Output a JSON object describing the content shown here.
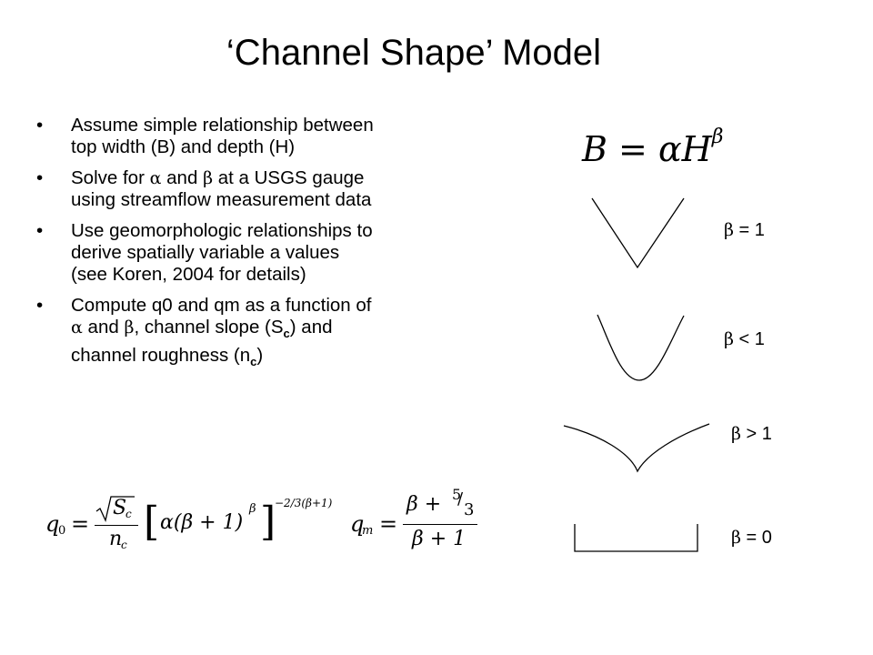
{
  "slide": {
    "title": "‘Channel Shape’ Model",
    "bullet_symbol": "•",
    "bullets": [
      {
        "lines": [
          "Assume simple relationship between",
          "top width (B) and depth (H)"
        ]
      },
      {
        "lines": [
          {
            "t": "Solve for ",
            "g1": "α",
            "m": " and ",
            "g2": "β",
            "e": " at a USGS gauge"
          },
          "using streamflow measurement data"
        ]
      },
      {
        "lines": [
          "Use geomorphologic relationships to",
          "derive spatially variable a values",
          "(see Koren, 2004 for details)"
        ]
      },
      {
        "lines": [
          "Compute q0 and qm as a function of"
        ]
      }
    ],
    "bullet4_line2": {
      "g1": "α",
      "a": " and ",
      "g2": "β",
      "b": ", channel slope (S",
      "sub": "c",
      "c": ") and"
    },
    "bullet4_line3": {
      "a": "channel roughness (n",
      "sub": "c",
      "b": ")"
    }
  },
  "equation_main": {
    "lhs": "B",
    "eq": " = ",
    "coef": "α",
    "var": "H",
    "exp": "β"
  },
  "shapes": [
    {
      "name": "v-shape",
      "label_greek": "β",
      "label_text": " = 1"
    },
    {
      "name": "u-shape",
      "label_greek": "β",
      "label_text": " < 1"
    },
    {
      "name": "concave-shape",
      "label_greek": "β",
      "label_text": " > 1"
    },
    {
      "name": "rectangular-shape",
      "label_greek": "β",
      "label_text": " = 0"
    }
  ],
  "formula_q0": {
    "lhs": "q",
    "lhs_sub": "0",
    "eq": "=",
    "num_root": "S",
    "num_root_sub": "c",
    "den": "n",
    "den_sub": "c",
    "bracket_inner": "α(β + 1)",
    "inner_exp": "β",
    "outer_exp": "−2/3(β+1)"
  },
  "formula_qm": {
    "lhs": "q",
    "lhs_sub": "m",
    "eq": "=",
    "num": "β +",
    "num_frac_top": "5",
    "num_frac_bot": "3",
    "den": "β + 1"
  }
}
